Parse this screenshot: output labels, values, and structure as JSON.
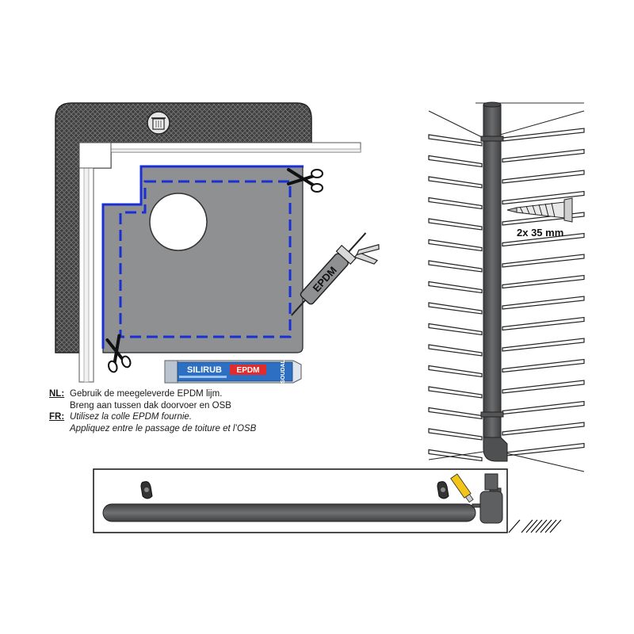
{
  "instructions": {
    "nl": {
      "lang": "NL:",
      "line1": "Gebruik de meegeleverde EPDM lijm.",
      "line2": "Breng aan tussen dak doorvoer en OSB"
    },
    "fr": {
      "lang": "FR:",
      "line1": "Utilisez la colle EPDM fournie.",
      "line2": "Appliquez entre le passage de toiture et l’OSB"
    }
  },
  "caulk_gun_label": "EPDM",
  "product_tube": {
    "brand": "SILIRUB",
    "variant": "EPDM",
    "maker": "SOUDAL"
  },
  "screw_dimension": "2x 35 mm",
  "colors": {
    "membrane": "#8e9092",
    "seal_line": "#1a2fd4",
    "roof_texture": "#4a4a4a",
    "pipe": "#5a5b5d"
  },
  "icons": [
    "trash-icon",
    "scissors-icon",
    "caulk-gun-icon",
    "screw-icon",
    "bracket-icon",
    "elbow-icon",
    "glue-tube-icon"
  ]
}
